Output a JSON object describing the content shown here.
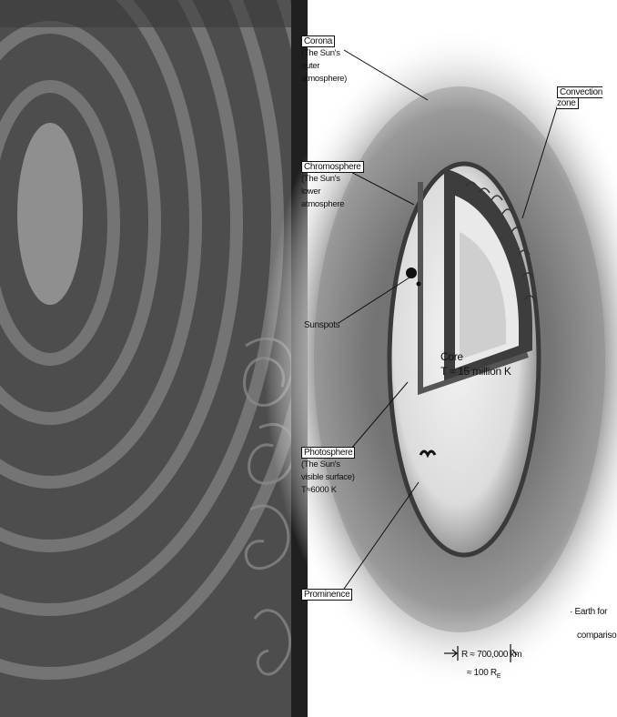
{
  "labels": {
    "corona_title": "Corona",
    "corona_desc": "(The Sun's outer atmosphere)",
    "chromosphere_title": "Chromosphere",
    "chromosphere_desc": "(The Sun's lower atmosphere",
    "sunspots": "Sunspots",
    "photosphere_title": "Photosphere",
    "photosphere_desc_1": "(The Sun's",
    "photosphere_desc_2": "visible surface)",
    "photosphere_temp": "T≈6000 K",
    "prominence": "Prominence",
    "convection_zone": "Convection zone",
    "core_title": "Core",
    "core_temp": "T ≈ 15 million K",
    "earth_1": "· Earth for",
    "earth_2": "comparison",
    "radius": "R ≈ 700,000 km",
    "radius_sub": "≈ 100 R",
    "radius_sub_index": "E"
  },
  "colors": {
    "corona": "#8a8a8a",
    "background_panel": "#4a4a4a",
    "ink": "#111111"
  }
}
